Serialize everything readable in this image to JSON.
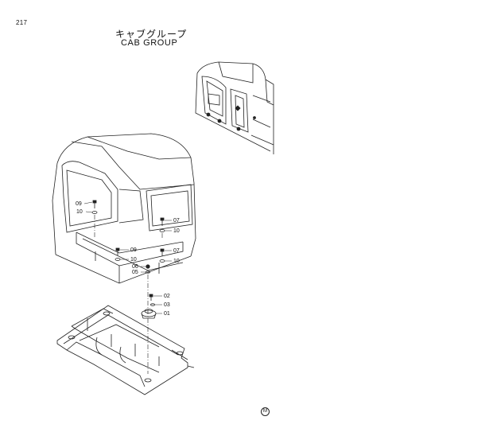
{
  "header": {
    "page_number": "217",
    "title_jp": "キャブグループ",
    "title_en": "CAB GROUP"
  },
  "callouts": {
    "c09a": "09",
    "c10a": "10",
    "c07a": "07",
    "c10b": "10",
    "c09b": "09",
    "c10c": "10",
    "c07b": "07",
    "c10d": "10",
    "c06": "06",
    "c05": "05",
    "c02": "02",
    "c03": "03",
    "c01": "01"
  },
  "footer": {
    "mark": "M"
  }
}
